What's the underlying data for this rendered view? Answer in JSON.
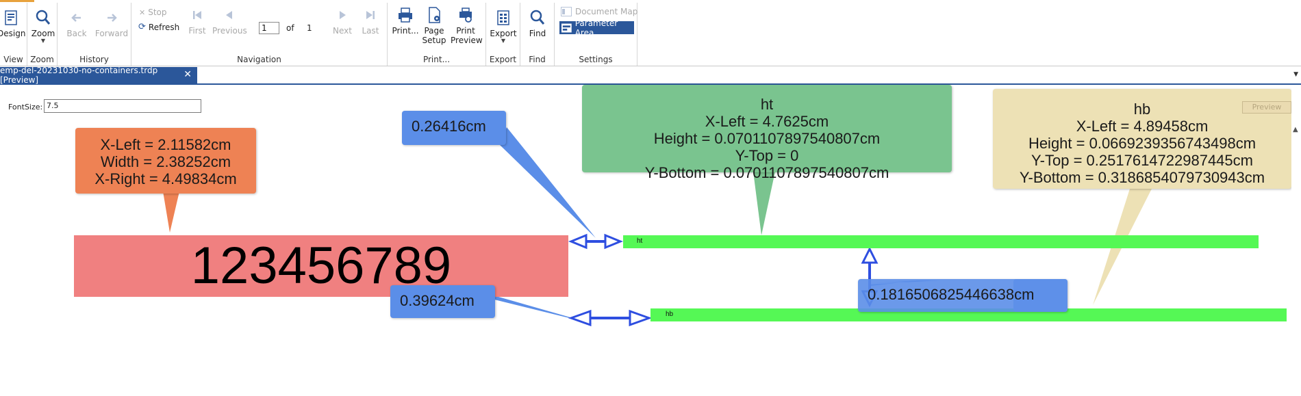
{
  "ribbon": {
    "groups": {
      "view": "View",
      "zoom": "Zoom",
      "history": "History",
      "navigation": "Navigation",
      "print": "Print...",
      "export": "Export",
      "find": "Find",
      "settings": "Settings"
    },
    "buttons": {
      "design": "Design",
      "zoom": "Zoom",
      "back": "Back",
      "forward": "Forward",
      "stop": "Stop",
      "refresh": "Refresh",
      "first": "First",
      "previous": "Previous",
      "next": "Next",
      "last": "Last",
      "print": "Print...",
      "page_setup_1": "Page",
      "page_setup_2": "Setup",
      "print_preview_1": "Print",
      "print_preview_2": "Preview",
      "export": "Export",
      "find": "Find",
      "document_map": "Document Map",
      "parameter_area": "Parameter Area"
    },
    "navigation": {
      "page_value": "1",
      "of_label": "of",
      "total_pages": "1"
    }
  },
  "doc_tab": {
    "title": "emp-del-20231030-no-containers.trdp [Preview]",
    "close": "✕"
  },
  "parameters": {
    "fontsize_label": "FontSize:",
    "fontsize_value": "7.5",
    "preview_button": "Preview"
  },
  "report": {
    "big_text": "123456789",
    "ht_label": "ht",
    "hb_label": "hb",
    "orange_bubble": [
      "X-Left = 2.11582cm",
      "Width = 2.38252cm",
      "X-Right = 4.49834cm"
    ],
    "green_bubble": [
      "ht",
      "X-Left = 4.7625cm",
      "Height = 0.0701107897540807cm",
      "Y-Top = 0",
      "Y-Bottom = 0.0701107897540807cm"
    ],
    "tan_bubble": [
      "hb",
      "X-Left = 4.89458cm",
      "Height = 0.0669239356743498cm",
      "Y-Top = 0.2517614722987445cm",
      "Y-Bottom = 0.3186854079730943cm"
    ],
    "blue_top": "0.26416cm",
    "blue_bottom": "0.39624cm",
    "blue_right": "0.1816506825446638cm"
  },
  "colors": {
    "ribbon_accent": "#2b579a",
    "red_box": "#f08080",
    "green_bar": "#55f855",
    "arrow_blue": "#2e4ee0"
  }
}
